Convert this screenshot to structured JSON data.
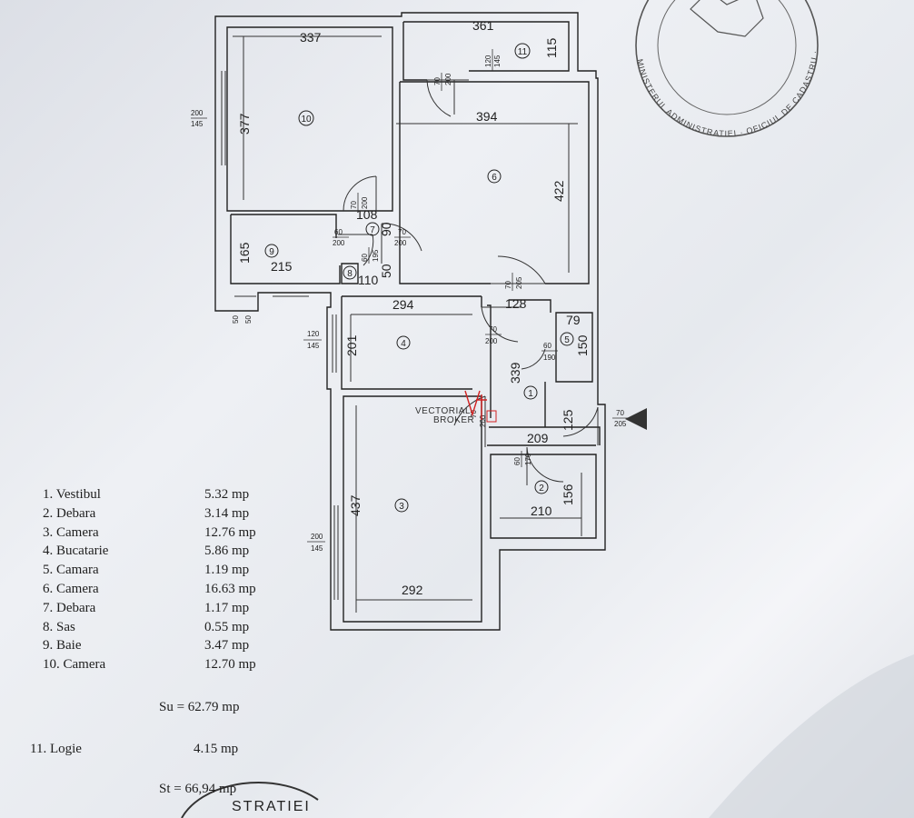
{
  "plan": {
    "dimensions": {
      "r10_w": "337",
      "r10_h": "377",
      "r11_w": "361",
      "r11_h": "115",
      "r6_w": "394",
      "r6_h": "422",
      "r9_w": "215",
      "r9_h": "165",
      "r7_w": "108",
      "r7_b": "90",
      "r8_w": "110",
      "r8_b": "50",
      "r4_w": "294",
      "r4_h": "201",
      "corr_w": "128",
      "r5_w": "79",
      "r5_h": "150",
      "r1_h": "339",
      "r1_w": "209",
      "r1_b": "125",
      "r2_w": "210",
      "r2_h": "156",
      "r3_h": "437",
      "r3_w": "292"
    },
    "openings": [
      {
        "id": "w10",
        "top": "200",
        "bottom": "145"
      },
      {
        "id": "d11a",
        "top": "70",
        "bottom": "200"
      },
      {
        "id": "d11b",
        "top": "120",
        "bottom": "145"
      },
      {
        "id": "d10",
        "top": "70",
        "bottom": "200"
      },
      {
        "id": "d9",
        "top": "60",
        "bottom": "200"
      },
      {
        "id": "d7",
        "top": "60",
        "bottom": "195"
      },
      {
        "id": "d6",
        "top": "70",
        "bottom": "200"
      },
      {
        "id": "dcorr",
        "top": "70",
        "bottom": "205"
      },
      {
        "id": "w9a",
        "top": "50",
        "bottom": ""
      },
      {
        "id": "w9b",
        "top": "50",
        "bottom": ""
      },
      {
        "id": "w4",
        "top": "120",
        "bottom": "145"
      },
      {
        "id": "d4",
        "top": "70",
        "bottom": "200"
      },
      {
        "id": "d5",
        "top": "60",
        "bottom": "190"
      },
      {
        "id": "dent",
        "top": "70",
        "bottom": "205"
      },
      {
        "id": "d3",
        "top": "70",
        "bottom": "200"
      },
      {
        "id": "d2",
        "top": "60",
        "bottom": "170"
      },
      {
        "id": "w3",
        "top": "200",
        "bottom": "145"
      }
    ],
    "room_numbers": [
      "1",
      "2",
      "3",
      "4",
      "5",
      "6",
      "7",
      "8",
      "9",
      "10",
      "11"
    ],
    "watermark": [
      "VECTORIAL",
      "BROKER"
    ],
    "stamp_text": "MINISTERUL ADMINISTRATIEI · OFICIUL DE CADASTRU · GEODEZIE · BUCURESTI · O.N.C.G.C.",
    "stamp_bottom_text": "STRATIEI"
  },
  "legend": [
    {
      "name": "1. Vestibul",
      "area": "5.32 mp"
    },
    {
      "name": "2. Debara",
      "area": "3.14 mp"
    },
    {
      "name": "3. Camera",
      "area": "12.76 mp"
    },
    {
      "name": "4. Bucatarie",
      "area": "5.86 mp"
    },
    {
      "name": "5. Camara",
      "area": "1.19 mp"
    },
    {
      "name": "6. Camera",
      "area": "16.63 mp"
    },
    {
      "name": "7. Debara",
      "area": "1.17 mp"
    },
    {
      "name": "8. Sas",
      "area": "0.55 mp"
    },
    {
      "name": "9. Baie",
      "area": "3.47 mp"
    },
    {
      "name": "10. Camera",
      "area": "12.70 mp"
    }
  ],
  "su_total": "Su = 62.79 mp",
  "extra": {
    "name": "11. Logie",
    "area": "4.15 mp"
  },
  "st_total": "St = 66,94 mp",
  "colors": {
    "ink": "#222222",
    "watermark": "#d22222",
    "stamp": "#555555"
  }
}
